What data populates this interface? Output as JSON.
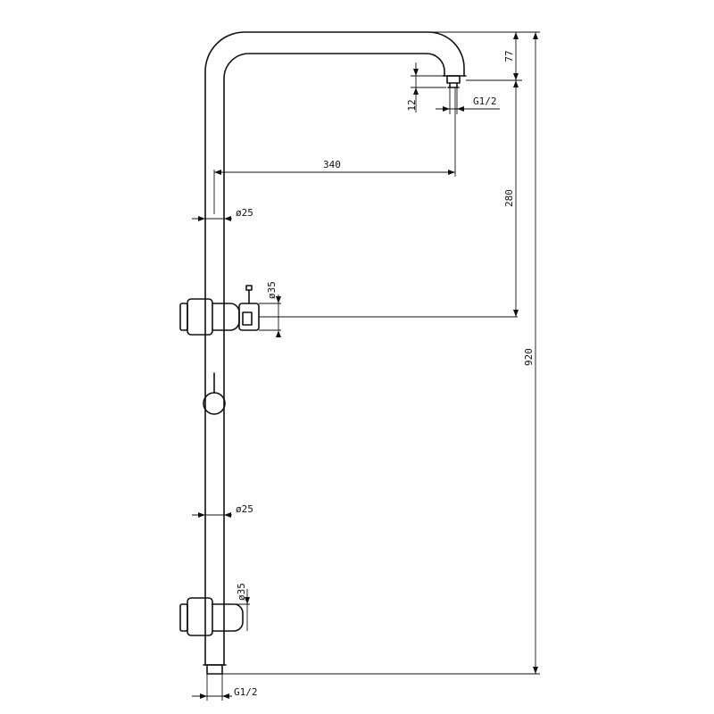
{
  "colors": {
    "line": "#111111",
    "background": "#ffffff"
  },
  "dimensions": {
    "height_top_bend": "77",
    "nozzle_height": "12",
    "outlet_thread_top": "G1/2",
    "arm_length": "340",
    "diameter_upper_pipe": "ø25",
    "diameter_upper_bracket": "ø35",
    "height_arm_to_bracket": "280",
    "total_height": "920",
    "diameter_lower_pipe": "ø25",
    "diameter_lower_bracket": "ø35",
    "inlet_thread_bottom": "G1/2"
  }
}
